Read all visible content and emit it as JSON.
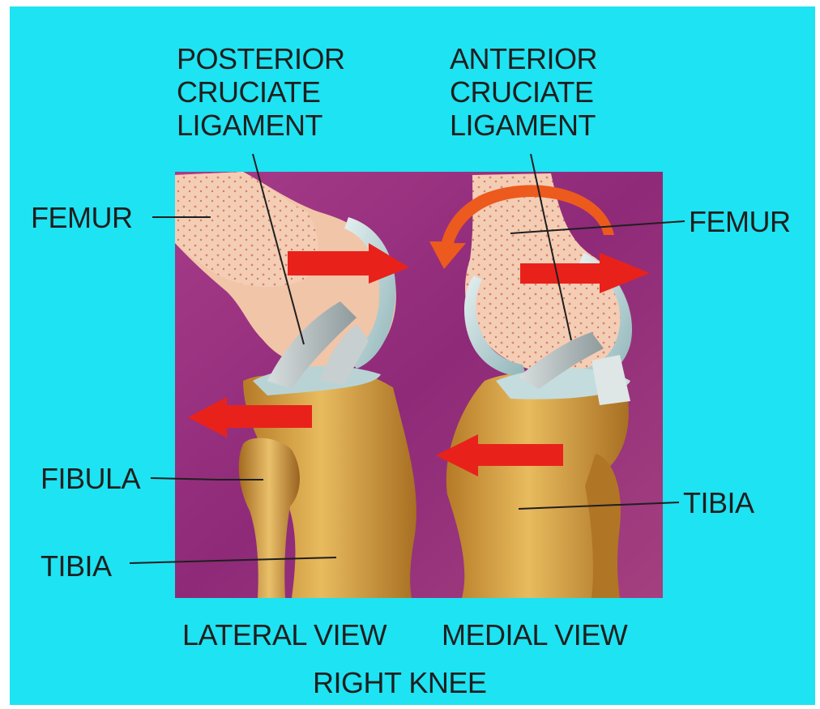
{
  "labels": {
    "pcl": [
      "POSTERIOR",
      "CRUCIATE",
      "LIGAMENT"
    ],
    "acl": [
      "ANTERIOR",
      "CRUCIATE",
      "LIGAMENT"
    ],
    "femur_left": "FEMUR",
    "femur_right": "FEMUR",
    "fibula": "FIBULA",
    "tibia_left": "TIBIA",
    "tibia_right": "TIBIA",
    "lateral_view": "LATERAL VIEW",
    "medial_view": "MEDIAL VIEW",
    "right_knee": "RIGHT KNEE"
  },
  "colors": {
    "background": "#1ee3f2",
    "illustration_bg": "#8e2a78",
    "bone": "#d9a445",
    "femur_cut": "#f3c8ae",
    "cartilage": "#b9d7d8",
    "arrow": "#e8221b",
    "text": "#1f1f1f"
  }
}
